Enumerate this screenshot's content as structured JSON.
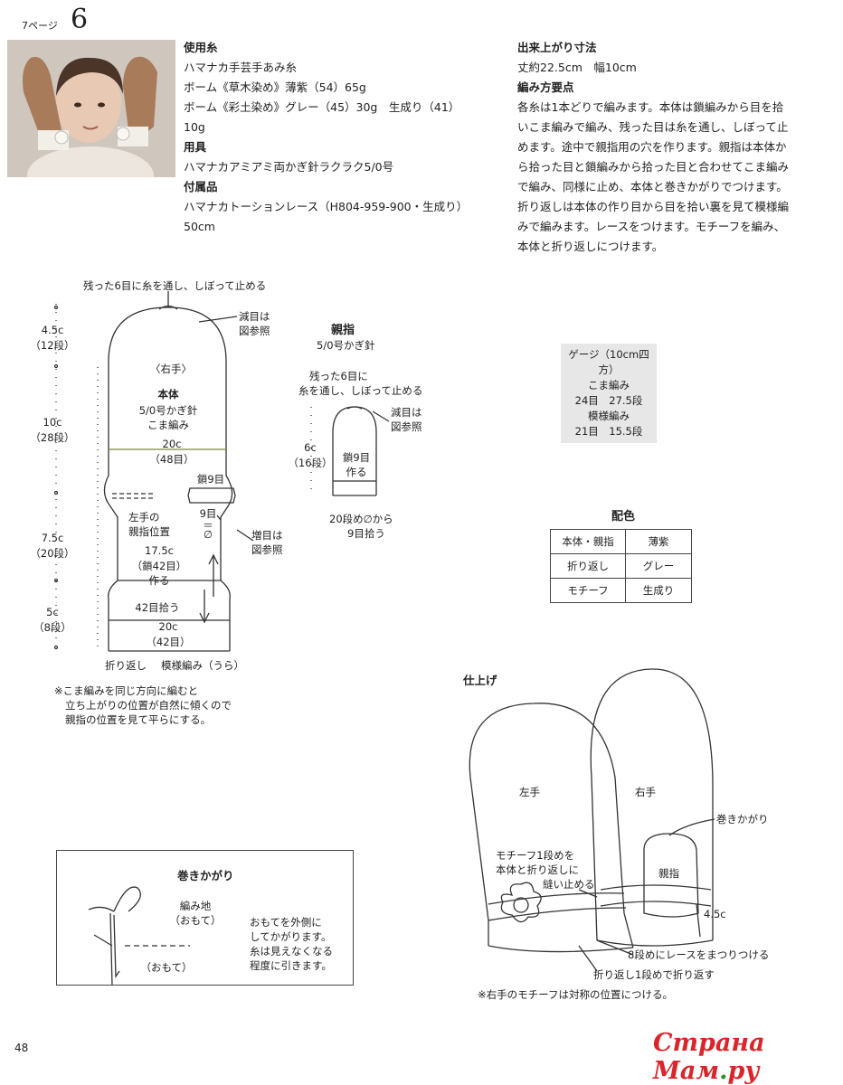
{
  "header": {
    "page_label": "7ページ",
    "pattern_number": "6"
  },
  "materials": {
    "yarn_heading": "使用糸",
    "yarn_line1": "ハマナカ手芸手あみ糸",
    "yarn_line2": "ボーム《草木染め》薄紫（54）65g",
    "yarn_line3": "ボーム《彩土染め》グレー（45）30g　生成り（41）",
    "yarn_line4": "10g",
    "tools_heading": "用具",
    "tools_line1": "ハマナカアミアミ両かぎ針ラクラク5/0号",
    "attach_heading": "付属品",
    "attach_line1": "ハマナカトーションレース（H804-959-900・生成り）",
    "attach_line2": "50cm"
  },
  "finish": {
    "size_heading": "出来上がり寸法",
    "size_text": "丈約22.5cm　幅10cm",
    "points_heading": "編み方要点",
    "points_lines": [
      "各糸は1本どりで編みます。本体は鎖編みから目を拾",
      "いこま編みで編み、残った目は糸を通し、しぼって止",
      "めます。途中で親指用の穴を作ります。親指は本体か",
      "ら拾った目と鎖編みから拾った目と合わせてこま編み",
      "で編み、同様に止め、本体と巻きかがりでつけます。",
      "折り返しは本体の作り目から目を拾い裏を見て模様編",
      "みで編みます。レースをつけます。モチーフを編み、",
      "本体と折り返しにつけます。"
    ]
  },
  "gauge": {
    "line1": "ゲージ（10cm四方）",
    "line2": "こま編み",
    "line3": "24目　27.5段",
    "line4": "模様編み",
    "line5": "21目　15.5段"
  },
  "colors": {
    "heading": "配色",
    "rows": [
      {
        "part": "本体・親指",
        "color": "薄紫"
      },
      {
        "part": "折り返し",
        "color": "グレー"
      },
      {
        "part": "モチーフ",
        "color": "生成り"
      }
    ]
  },
  "body_diagram": {
    "top_note": "残った6目に糸を通し、しぼって止める",
    "dec_note1": "減目は",
    "dec_note2": "図参照",
    "side": "〈右手〉",
    "title": "本体",
    "hook": "5/0号かぎ針",
    "stitch": "こま編み",
    "dim_45": "4.5c",
    "dim_45_rows": "（12段）",
    "dim_10": "10c",
    "dim_10_rows": "（28段）",
    "dim_75": "7.5c",
    "dim_75_rows": "（20段）",
    "dim_5": "5c",
    "dim_5_rows": "（8段）",
    "w20": "20c",
    "w20_st": "（48目）",
    "chain9": "鎖9目",
    "left_thumb1": "左手の",
    "left_thumb2": "親指位置",
    "nine": "9目",
    "eq": "＝",
    "zero": "∅",
    "inc_note1": "増目は",
    "inc_note2": "図参照",
    "w175": "17.5c",
    "w175_ch": "（鎖42目）",
    "make": "作る",
    "pick42": "42目拾う",
    "w20b": "20c",
    "w20b_st": "（42目）",
    "cuff": "折り返し",
    "pattern": "模様編み（うら）",
    "note1": "※こま編みを同じ方向に編むと",
    "note2": "立ち上がりの位置が自然に傾くので",
    "note3": "親指の位置を見て平らにする。"
  },
  "thumb_diagram": {
    "title": "親指",
    "hook": "5/0号かぎ針",
    "top_note1": "残った6目に",
    "top_note2": "糸を通し、しぼって止める",
    "dec1": "減目は",
    "dec2": "図参照",
    "dim": "6c",
    "dim_rows": "（16段）",
    "chain1": "鎖9目",
    "chain2": "作る",
    "pick1": "20段め∅から",
    "pick2": "9目拾う"
  },
  "whip": {
    "heading": "巻きかがり",
    "fabric1": "編み地",
    "fabric2": "（おもて）",
    "front": "（おもて）",
    "desc1": "おもてを外側に",
    "desc2": "してかがります。",
    "desc3": "糸は見えなくなる",
    "desc4": "程度に引きます。"
  },
  "finishing": {
    "heading": "仕上げ",
    "left": "左手",
    "right": "右手",
    "thumb": "親指",
    "whip": "巻きかがり",
    "motif1": "モチーフ1段めを",
    "motif2": "本体と折り返しに",
    "motif3": "縫い止める",
    "dim": "4.5c",
    "lace": "8段めにレースをまつりつける",
    "fold": "折り返し1段めで折り返す",
    "note": "※右手のモチーフは対称の位置につける。"
  },
  "footer": {
    "page": "48",
    "watermark": "Страна Мам",
    "watermark_dot": ".",
    "watermark_tld": "ру"
  }
}
